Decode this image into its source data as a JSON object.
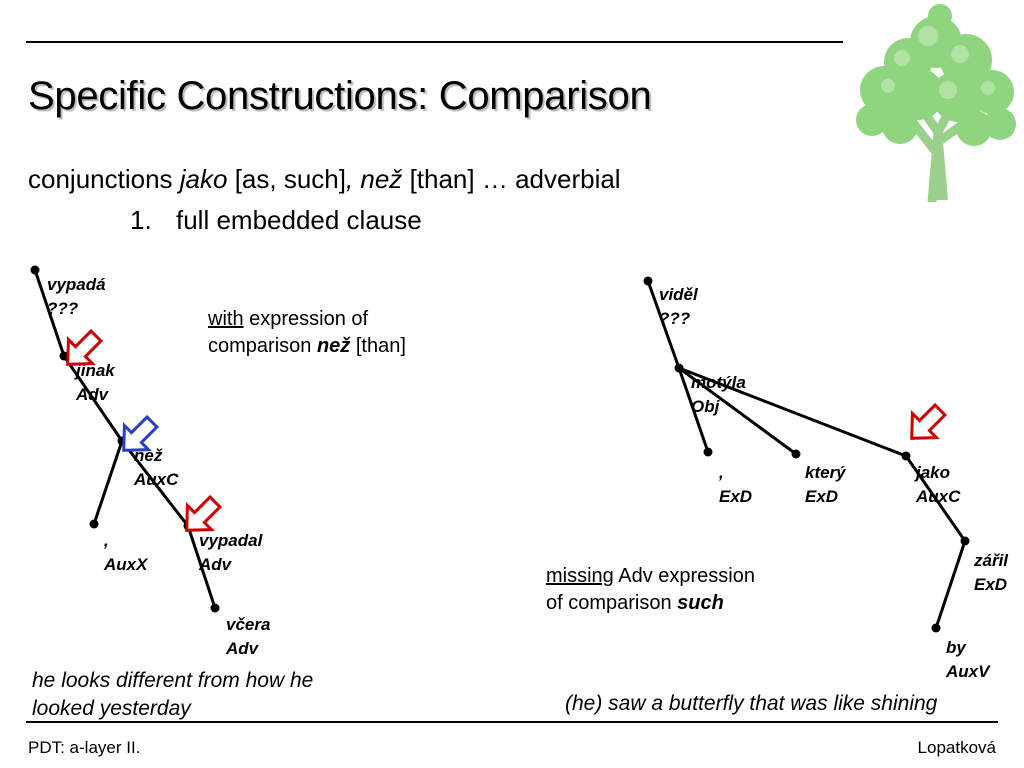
{
  "slide": {
    "title": "Specific Constructions: Comparison",
    "subtitle": {
      "prefix": "conjunctions ",
      "word1": "jako",
      "gloss1": " [as, such]",
      "comma": ", ",
      "word2": "než",
      "gloss2": " [than] … adverbial"
    },
    "list_item": {
      "number": "1.",
      "text": "full embedded clause"
    }
  },
  "left_tree": {
    "nodes": [
      {
        "id": "vypada",
        "lemma": "vypadá",
        "afun": "???"
      },
      {
        "id": "jinak",
        "lemma": "jinak",
        "afun": "Adv"
      },
      {
        "id": "nez",
        "lemma": "než",
        "afun": "AuxC"
      },
      {
        "id": "comma",
        "lemma": ",",
        "afun": "AuxX"
      },
      {
        "id": "vypadal",
        "lemma": "vypadal",
        "afun": "Adv"
      },
      {
        "id": "vcera",
        "lemma": "včera",
        "afun": "Adv"
      }
    ],
    "note": {
      "underlined": "with",
      "line1_rest": " expression of",
      "line2_prefix": "comparison ",
      "emphasis": "než",
      "line2_suffix": " [than]"
    },
    "caption": {
      "line1": "he looks different from how he",
      "line2": "looked yesterday"
    }
  },
  "right_tree": {
    "nodes": [
      {
        "id": "videl",
        "lemma": "viděl",
        "afun": "???"
      },
      {
        "id": "motyla",
        "lemma": "motýla",
        "afun": "Obj"
      },
      {
        "id": "comma",
        "lemma": ",",
        "afun": "ExD"
      },
      {
        "id": "ktery",
        "lemma": "který",
        "afun": "ExD"
      },
      {
        "id": "jako",
        "lemma": "jako",
        "afun": "AuxC"
      },
      {
        "id": "zaril",
        "lemma": "zářil",
        "afun": "ExD"
      },
      {
        "id": "by",
        "lemma": "by",
        "afun": "AuxV"
      }
    ],
    "note": {
      "underlined": "missing",
      "line1_rest": " Adv expression",
      "line2_prefix": "of comparison ",
      "emphasis": "such"
    },
    "caption": "(he) saw a butterfly that was like shining"
  },
  "footer": {
    "left": "PDT: a-layer II.",
    "right": "Lopatková"
  },
  "colors": {
    "arrow_red": "#cc0000",
    "arrow_blue": "#2a3fc8",
    "tree_green": "#8fd47f"
  },
  "icons": {
    "logo": "tree-logo-icon",
    "arrow": "hollow-arrow-icon"
  }
}
